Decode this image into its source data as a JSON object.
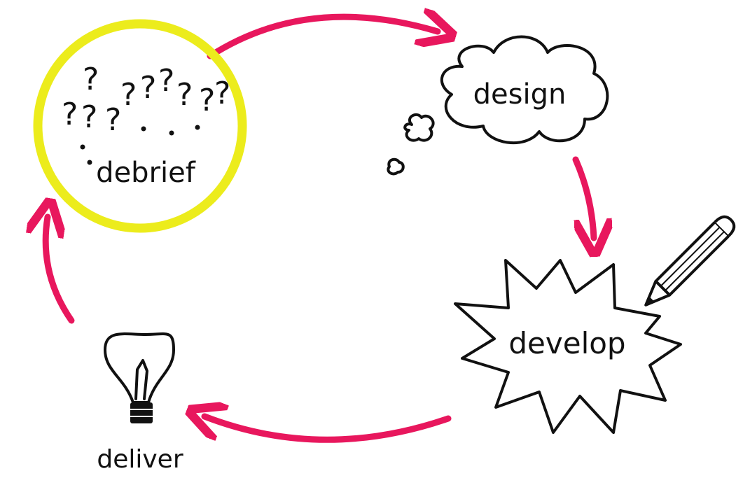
{
  "colors": {
    "arrow": "#e8175d",
    "highlight": "#ecec1c",
    "ink": "#111111"
  },
  "stages": {
    "debrief": {
      "label": "debrief",
      "marks": [
        "?",
        "?",
        "?",
        "?",
        "?",
        "?",
        "?",
        "?",
        "?",
        "?"
      ]
    },
    "design": {
      "label": "design"
    },
    "develop": {
      "label": "develop"
    },
    "deliver": {
      "label": "deliver"
    }
  },
  "icons": {
    "debrief": "highlight-circle-icon",
    "design": "thought-cloud-icon",
    "develop": "explosion-burst-icon",
    "pencil": "pencil-icon",
    "deliver": "lightbulb-icon"
  }
}
